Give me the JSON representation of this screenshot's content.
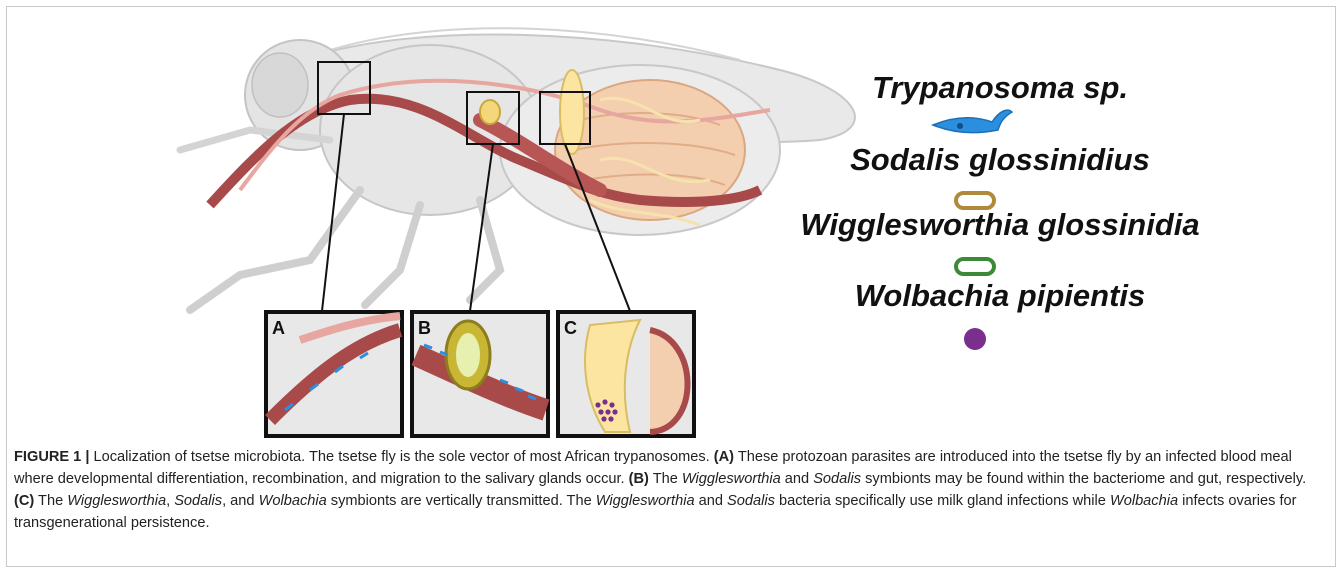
{
  "figure": {
    "panels": [
      {
        "id": "A",
        "label": "A"
      },
      {
        "id": "B",
        "label": "B"
      },
      {
        "id": "C",
        "label": "C"
      }
    ],
    "legend": [
      {
        "label": "Trypanosoma sp.",
        "icon": "trypanosome-icon",
        "color": "#2b8fe0"
      },
      {
        "label": "Sodalis glossinidius",
        "icon": "sodalis-rod-icon",
        "color": "#b08a3a"
      },
      {
        "label": "Wigglesworthia glossinidia",
        "icon": "wigglesworthia-rod-icon",
        "color": "#3a8a36"
      },
      {
        "label": "Wolbachia pipientis",
        "icon": "wolbachia-sphere-icon",
        "color": "#7a2e8e"
      }
    ]
  },
  "caption": {
    "figure_label": "FIGURE 1",
    "separator": " | ",
    "lead": "Localization of tsetse microbiota. The tsetse fly is the sole vector of most African trypanosomes. ",
    "a_tag": "(A)",
    "a_text": " These protozoan parasites are introduced into the tsetse fly by an infected blood meal where developmental differentiation, recombination, and migration to the salivary glands occur. ",
    "b_tag": "(B)",
    "b_text_1": " The ",
    "b_wig": "Wigglesworthia",
    "b_text_2": " and ",
    "b_sod": "Sodalis",
    "b_text_3": " symbionts may be found within the bacteriome and gut, respectively. ",
    "c_tag": "(C)",
    "c_text_1": " The ",
    "c_wig": "Wigglesworthia",
    "c_text_2": ", ",
    "c_sod": "Sodalis",
    "c_text_3": ", and ",
    "c_wol": "Wolbachia",
    "c_text_4": " symbionts are vertically transmitted. The ",
    "c_wig2": "Wigglesworthia",
    "c_text_5": " and ",
    "c_sod2": "Sodalis",
    "c_text_6": " bacteria specifically use milk gland infections while ",
    "c_wol2": "Wolbachia",
    "c_text_7": " infects ovaries for transgenerational persistence."
  }
}
